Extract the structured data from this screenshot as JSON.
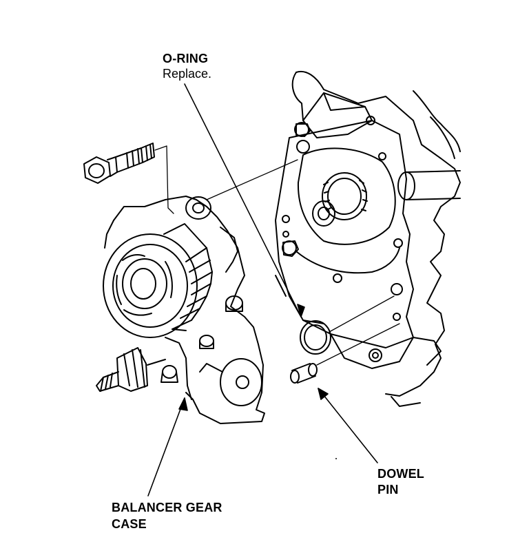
{
  "labels": {
    "o_ring": "O-RING",
    "o_ring_note": "Replace.",
    "dowel_line1": "DOWEL",
    "dowel_line2": "PIN",
    "balancer_line1": "BALANCER GEAR",
    "balancer_line2": "CASE"
  },
  "colors": {
    "ink": "#000000",
    "paper": "#ffffff"
  }
}
